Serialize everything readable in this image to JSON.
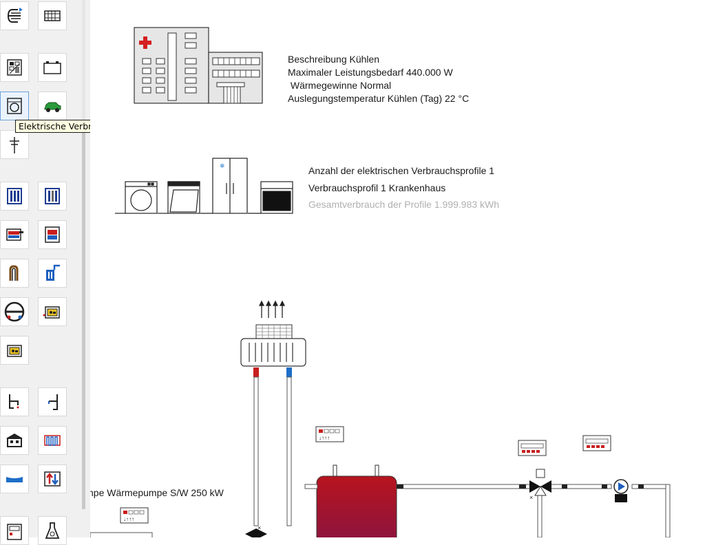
{
  "toolbar": {
    "tooltip": "Elektrische Verbraucher",
    "items": [
      {
        "id": "grid-connection",
        "icon": "power-grid-icon"
      },
      {
        "id": "distribution-board",
        "icon": "distribution-board-icon"
      },
      {
        "id": "pv-module",
        "icon": "pv-module-icon"
      },
      {
        "id": "battery",
        "icon": "battery-icon"
      },
      {
        "id": "electric-consumers",
        "icon": "washing-machine-icon"
      },
      {
        "id": "electric-vehicle",
        "icon": "car-icon"
      },
      {
        "id": "power-pole",
        "icon": "power-pole-icon"
      },
      {
        "id": "storage-tank",
        "icon": "storage-icon"
      },
      {
        "id": "storage-tank-2",
        "icon": "storage-icon"
      },
      {
        "id": "boiler",
        "icon": "boiler-icon"
      },
      {
        "id": "heat-generator",
        "icon": "heat-generator-icon"
      },
      {
        "id": "ground-probe",
        "icon": "ground-probe-icon"
      },
      {
        "id": "heat-exchanger",
        "icon": "heat-exchanger-icon"
      },
      {
        "id": "solar-collector",
        "icon": "solar-gauge-icon"
      },
      {
        "id": "controller",
        "icon": "controller-icon"
      },
      {
        "id": "controller-2",
        "icon": "controller-icon"
      },
      {
        "id": "tap-hot",
        "icon": "tap-icon"
      },
      {
        "id": "tap-cold",
        "icon": "tap-icon"
      },
      {
        "id": "building",
        "icon": "building-icon"
      },
      {
        "id": "radiator",
        "icon": "radiator-icon"
      },
      {
        "id": "pool",
        "icon": "pool-icon"
      },
      {
        "id": "exchanger-arrows",
        "icon": "exchange-arrows-icon"
      },
      {
        "id": "meter",
        "icon": "meter-icon"
      },
      {
        "id": "flask",
        "icon": "flask-icon"
      }
    ]
  },
  "cooling": {
    "lines": [
      "Beschreibung Kühlen",
      "Maximaler Leistungsbedarf 440.000 W",
      " Wärmegewinne Normal",
      "Auslegungstemperatur Kühlen (Tag) 22 °C"
    ]
  },
  "electric": {
    "lines": [
      "Anzahl der elektrischen Verbrauchsprofile 1",
      "Verbrauchsprofil 1 Krankenhaus",
      "Gesamtverbrauch der Profile 1.999.983 kWh"
    ]
  },
  "heatpump": {
    "label": "npe Wärmepumpe S/W 250 kW"
  },
  "colors": {
    "tank_red": "#b8141e",
    "cross_red": "#d42020",
    "pipe_red": "#c81e1e",
    "pipe_blue": "#1e6ec8",
    "pump_blue": "#1e5fbf"
  }
}
